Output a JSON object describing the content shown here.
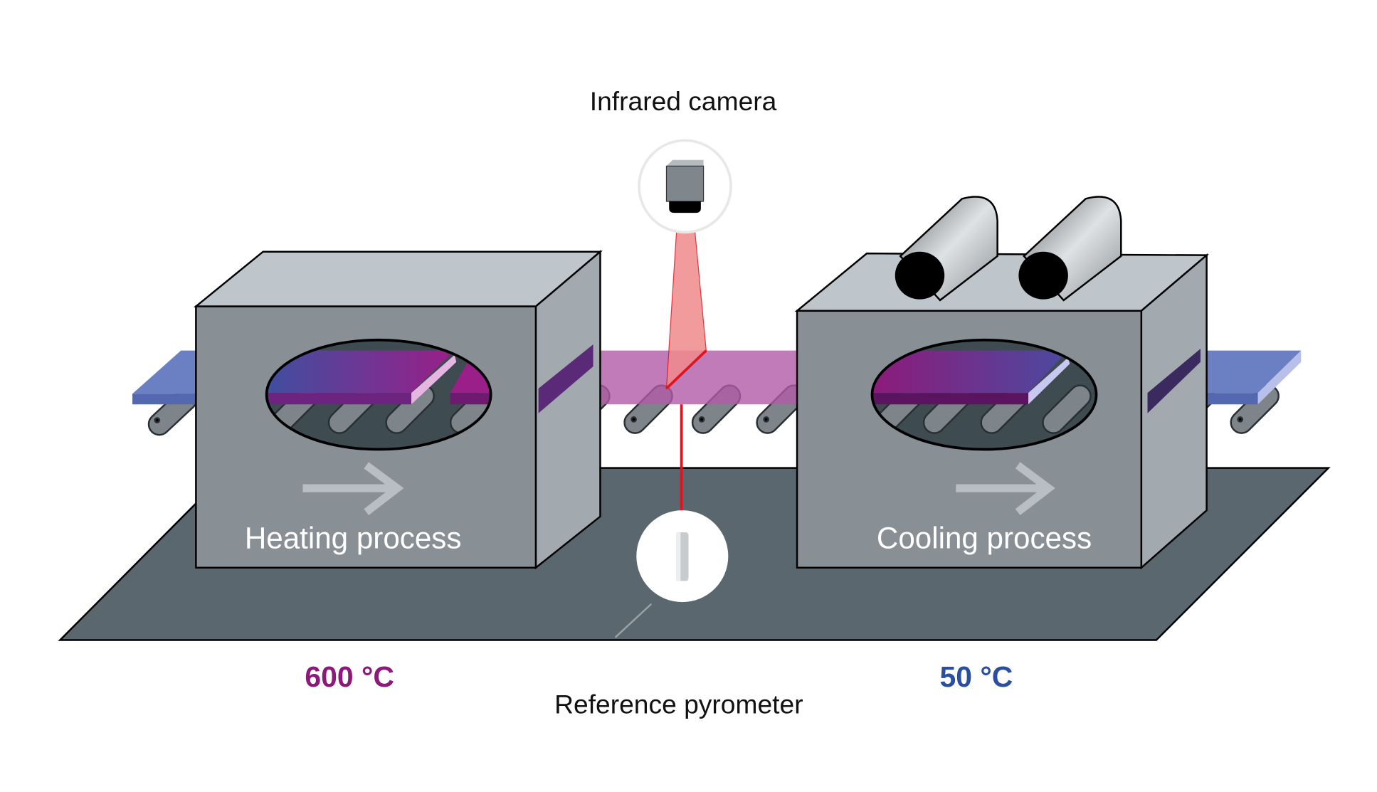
{
  "labels": {
    "camera": "Infrared camera",
    "heating": "Heating process",
    "cooling": "Cooling process",
    "hot_temp": "600 °C",
    "cold_temp": "50 °C",
    "pyrometer": "Reference pyrometer"
  },
  "colors": {
    "hot": "#8b1a7a",
    "cold": "#2a4fa0",
    "beam": "#e0141e",
    "floor": "#5a676e",
    "box_front": "#889096"
  },
  "icons": [
    "infrared-camera-icon",
    "pyrometer-icon",
    "arrow-right-icon",
    "cooling-pipe-icon"
  ]
}
